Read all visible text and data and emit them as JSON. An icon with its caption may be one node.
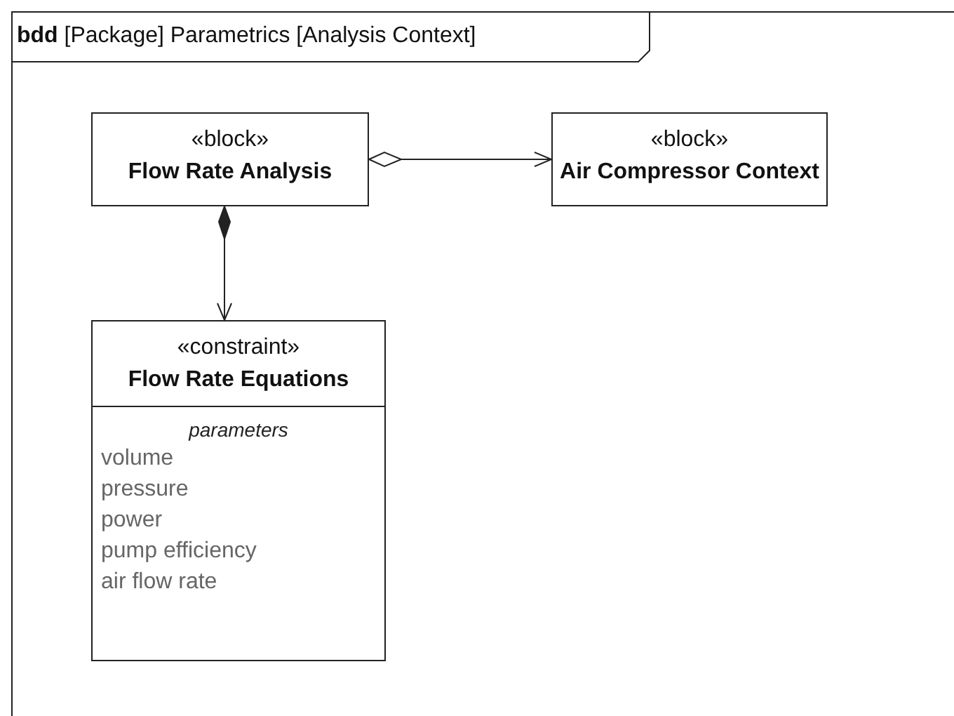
{
  "diagram": {
    "title": "**bdd** [Package] Parametrics [Analysis Context]",
    "nodes": [
      {
        "text": [
          "«block»",
          "Flow Rate Analysis"
        ]
      },
      {
        "text": [
          "«block»",
          "Air Compressor Context"
        ]
      },
      {
        "text": [
          "«constraint»",
          "Flow Rate Equations",
          "parameters",
          "volume",
          "pressure",
          "power",
          "pump efficiency",
          "air flow rate"
        ]
      }
    ],
    "edges": [
      {
        "from": 0,
        "to": 1,
        "arrow": "to"
      },
      {
        "from": 0,
        "to": 2,
        "arrow": "to"
      }
    ]
  }
}
